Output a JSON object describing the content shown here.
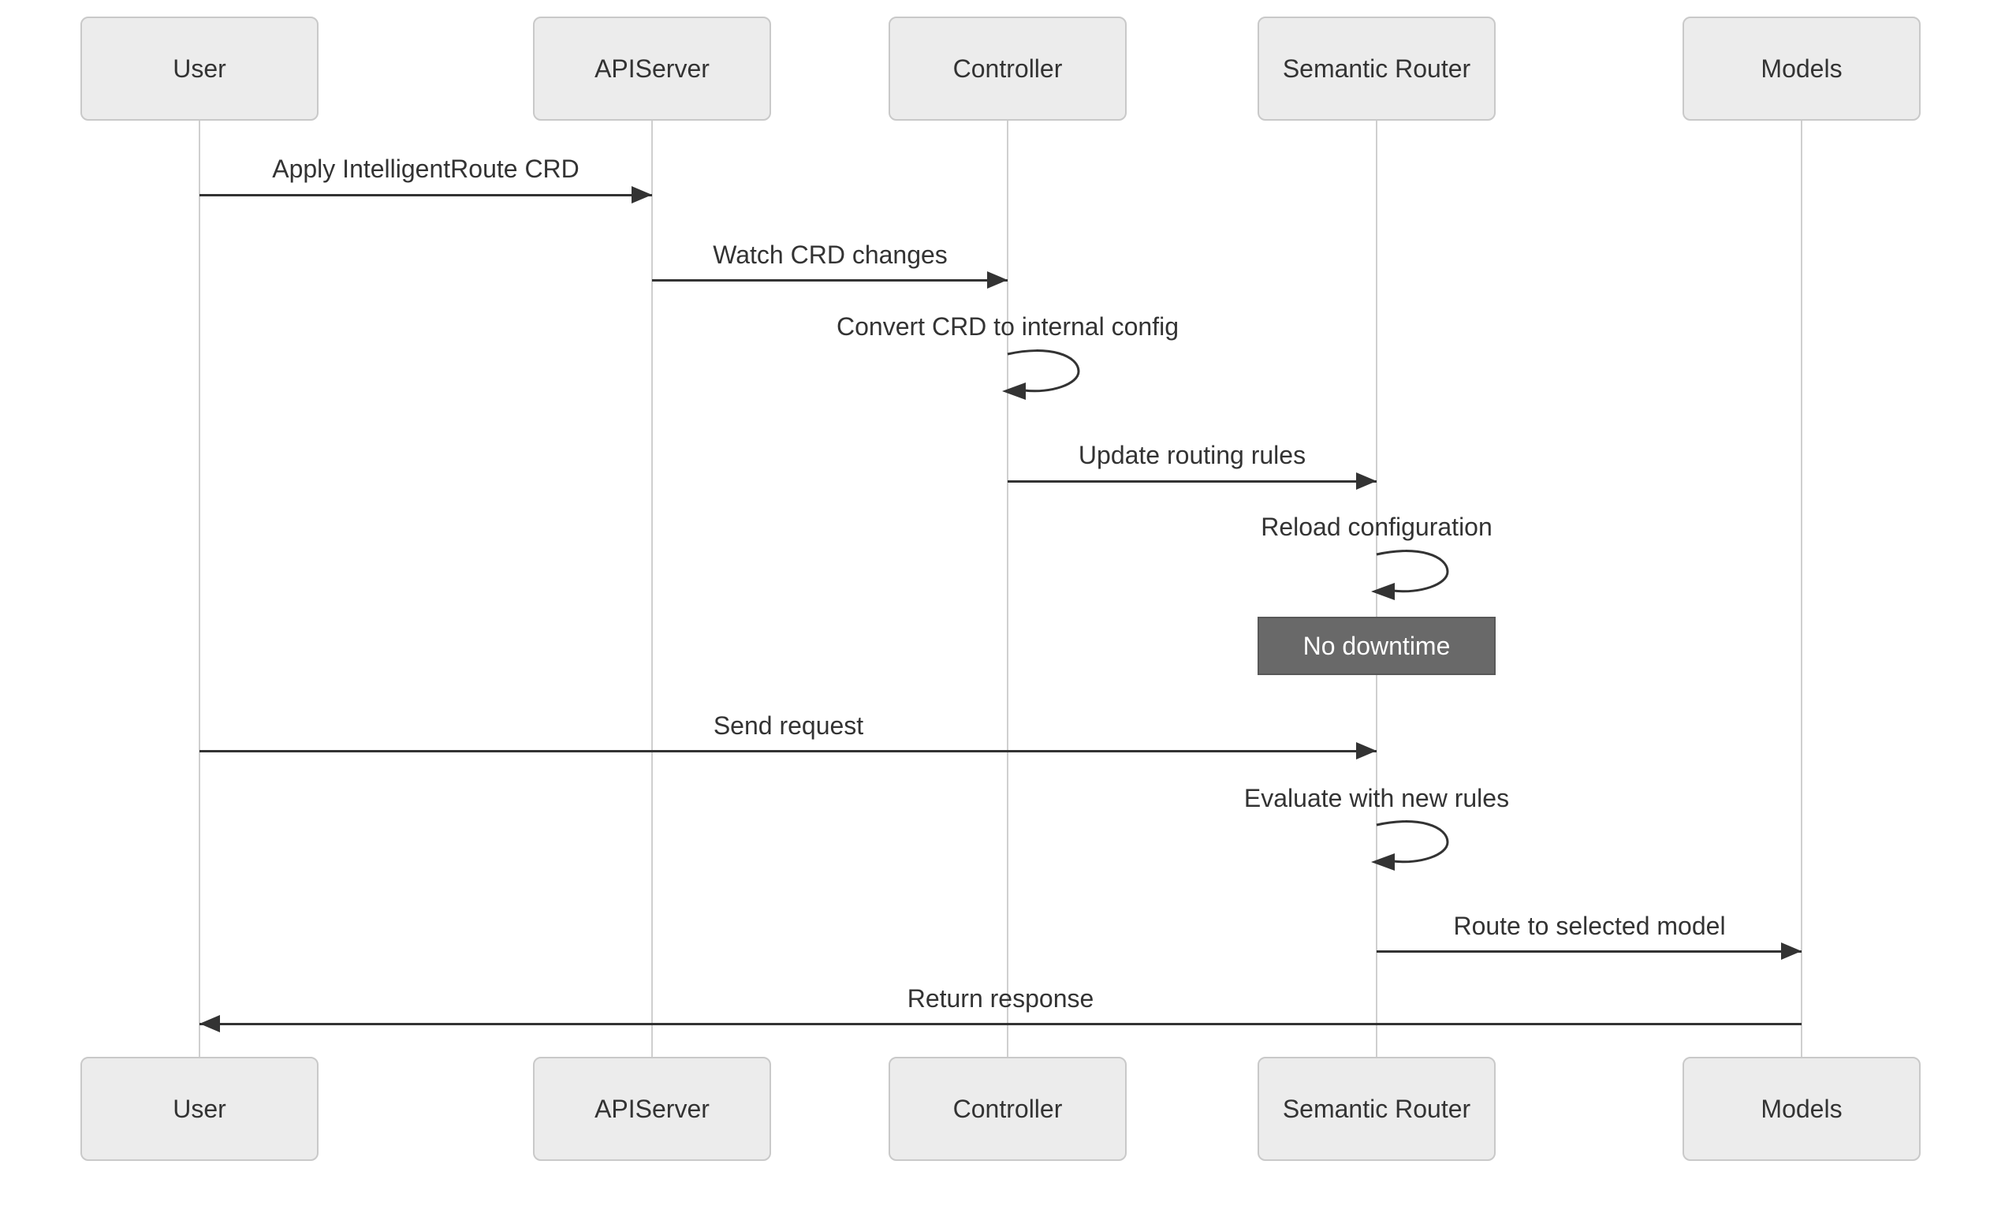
{
  "diagram": {
    "kind": "sequence-diagram",
    "actors": [
      "User",
      "APIServer",
      "Controller",
      "Semantic Router",
      "Models"
    ],
    "messages": [
      {
        "label": "Apply IntelligentRoute CRD",
        "from": "User",
        "to": "APIServer",
        "style": "solid-arrow"
      },
      {
        "label": "Watch CRD changes",
        "from": "APIServer",
        "to": "Controller",
        "style": "solid-arrow"
      },
      {
        "label": "Convert CRD to internal config",
        "from": "Controller",
        "to": "Controller",
        "style": "self-loop"
      },
      {
        "label": "Update routing rules",
        "from": "Controller",
        "to": "Semantic Router",
        "style": "solid-arrow"
      },
      {
        "label": "Reload configuration",
        "from": "Semantic Router",
        "to": "Semantic Router",
        "style": "self-loop"
      },
      {
        "label": "Send request",
        "from": "User",
        "to": "Semantic Router",
        "style": "solid-arrow"
      },
      {
        "label": "Evaluate with new rules",
        "from": "Semantic Router",
        "to": "Semantic Router",
        "style": "self-loop"
      },
      {
        "label": "Route to selected model",
        "from": "Semantic Router",
        "to": "Models",
        "style": "solid-arrow"
      },
      {
        "label": "Return response",
        "from": "Models",
        "to": "User",
        "style": "solid-arrow"
      }
    ],
    "note": {
      "text": "No downtime",
      "over": "Semantic Router"
    },
    "colors": {
      "actor_fill": "#ececec",
      "actor_border": "#c9c9c9",
      "lifeline": "#cfcfcf",
      "arrow": "#333333",
      "text": "#333333",
      "note_fill": "#696969",
      "note_border": "#585858",
      "note_text": "#ffffff"
    }
  }
}
